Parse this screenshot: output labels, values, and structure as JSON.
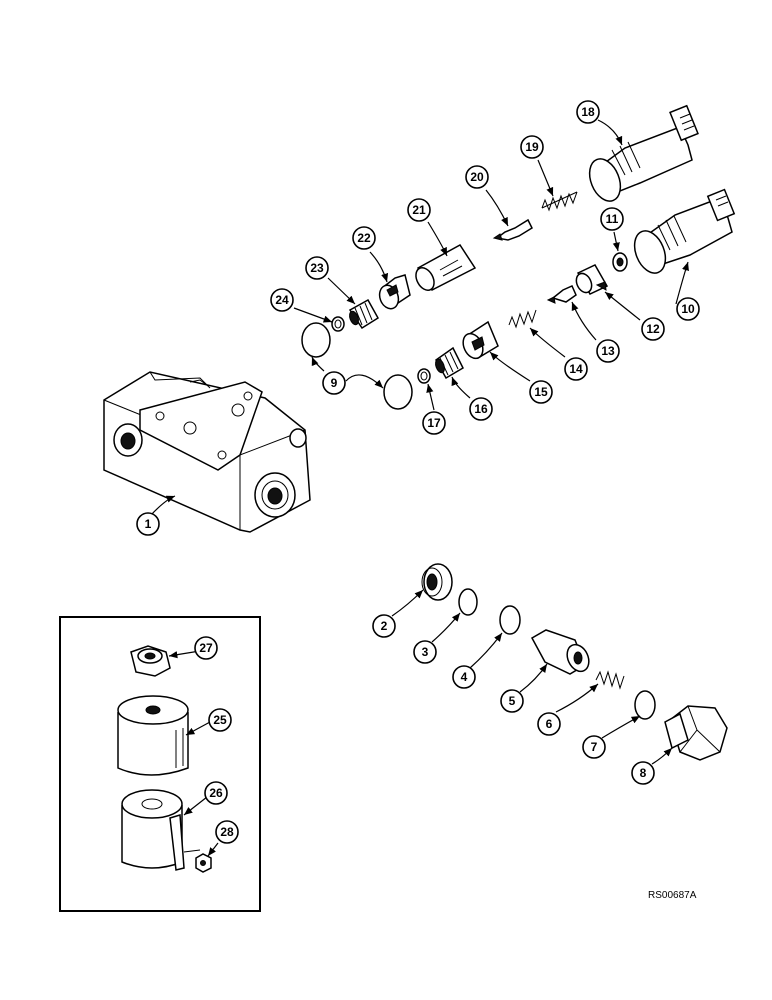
{
  "figure_id": "RS00687A",
  "callouts": [
    "1",
    "2",
    "3",
    "4",
    "5",
    "6",
    "7",
    "8",
    "9",
    "10",
    "11",
    "12",
    "13",
    "14",
    "15",
    "16",
    "17",
    "18",
    "19",
    "20",
    "21",
    "22",
    "23",
    "24",
    "25",
    "26",
    "27",
    "28"
  ]
}
